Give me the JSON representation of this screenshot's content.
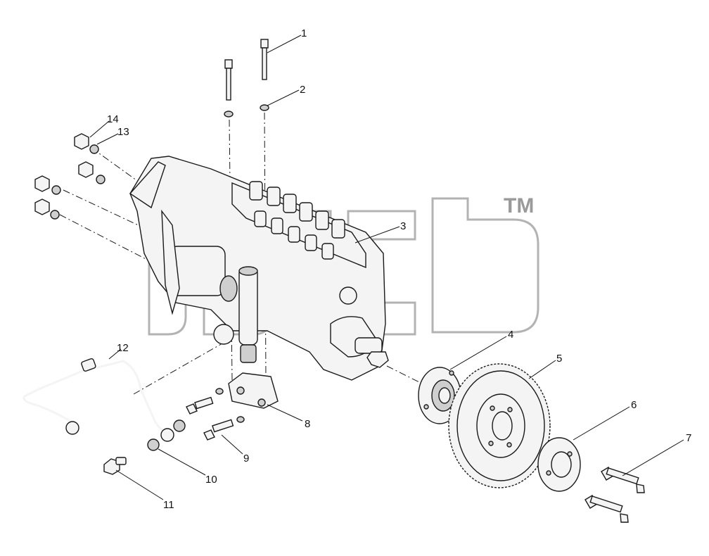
{
  "diagram": {
    "callouts": [
      {
        "id": "1",
        "label": "1"
      },
      {
        "id": "2",
        "label": "2"
      },
      {
        "id": "3",
        "label": "3"
      },
      {
        "id": "4",
        "label": "4"
      },
      {
        "id": "5",
        "label": "5"
      },
      {
        "id": "6",
        "label": "6"
      },
      {
        "id": "7",
        "label": "7"
      },
      {
        "id": "8",
        "label": "8"
      },
      {
        "id": "9",
        "label": "9"
      },
      {
        "id": "10",
        "label": "10"
      },
      {
        "id": "11",
        "label": "11"
      },
      {
        "id": "12",
        "label": "12"
      },
      {
        "id": "13",
        "label": "13"
      },
      {
        "id": "14",
        "label": "14"
      }
    ],
    "watermark_tm": "TM"
  }
}
